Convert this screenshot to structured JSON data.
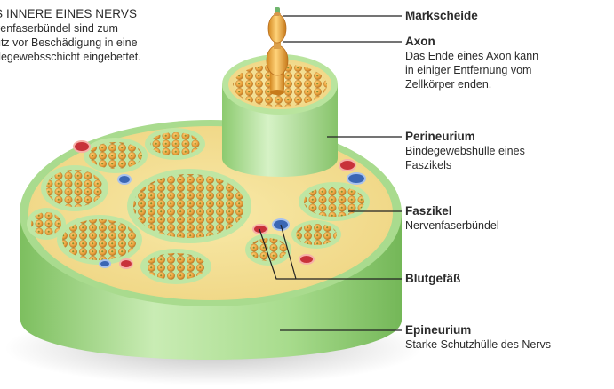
{
  "intro": {
    "title": "S INNERE EINES NERVS",
    "text_lines": [
      "venfaserbündel sind zum",
      "utz vor Beschädigung in eine",
      "degewebsschicht eingebettet."
    ]
  },
  "labels": [
    {
      "key": "markscheide",
      "title": "Markscheide",
      "lines": []
    },
    {
      "key": "axon",
      "title": "Axon",
      "lines": [
        "Das Ende eines Axon kann",
        "in einiger Entfernung vom",
        "Zellkörper enden."
      ]
    },
    {
      "key": "perineurium",
      "title": "Perineurium",
      "lines": [
        "Bindegewebshülle eines",
        "Faszikels"
      ]
    },
    {
      "key": "faszikel",
      "title": "Faszikel",
      "lines": [
        "Nervenfaserbündel"
      ]
    },
    {
      "key": "blutgefaess",
      "title": "Blutgefäß",
      "lines": []
    },
    {
      "key": "epineurium",
      "title": "Epineurium",
      "lines": [
        "Starke Schutzhülle des Nervs"
      ]
    }
  ],
  "colors": {
    "nerve_green": "#9bd37e",
    "fat_yellow": "#f3df93",
    "fascicle_orange": "#e7a03a",
    "artery_red": "#c8323a",
    "vein_blue": "#3b66b4",
    "leader_line": "#222222"
  }
}
